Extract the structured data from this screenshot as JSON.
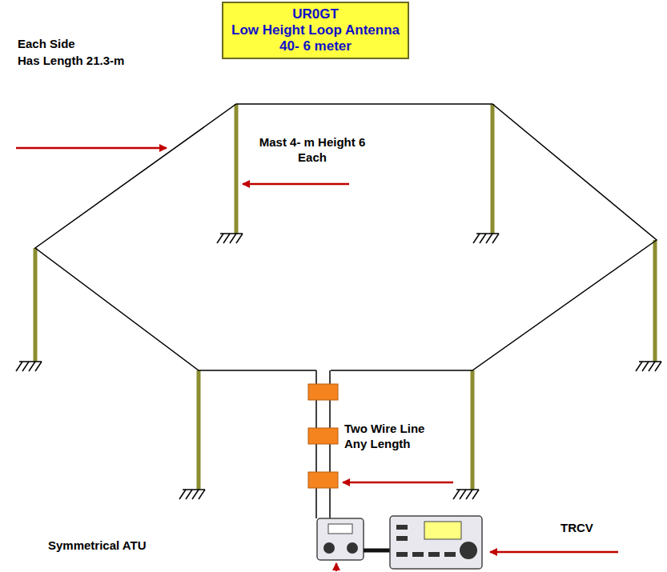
{
  "diagram": {
    "nodes": [
      {
        "text": [
          "UR0GT",
          "Low Height Loop Antenna",
          "40- 6 meter"
        ]
      }
    ],
    "labels": [
      "Each Side",
      "Has Length 21.3-m",
      "Mast 4- m Height 6 Each",
      "Two Wire Line Any Length",
      "Symmetrical ATU",
      "TRCV"
    ]
  }
}
